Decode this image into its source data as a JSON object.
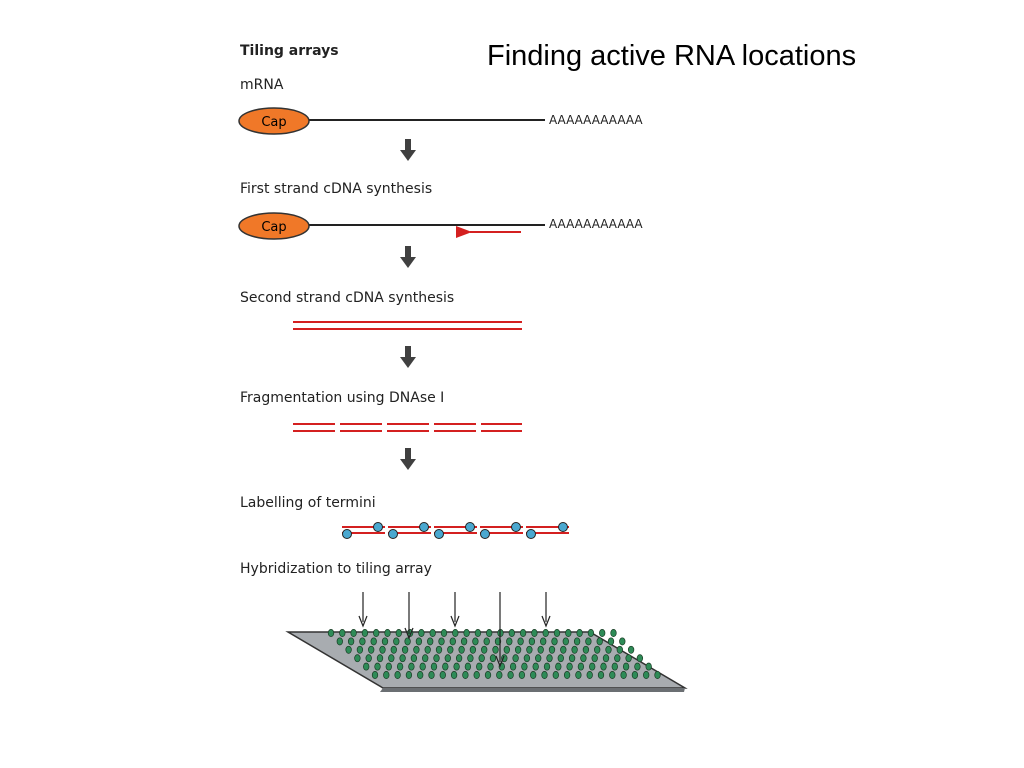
{
  "slide": {
    "title": "Finding active RNA locations"
  },
  "figure": {
    "panel_title": "Tiling arrays",
    "steps": [
      "mRNA",
      "First strand cDNA synthesis",
      "Second strand cDNA synthesis",
      "Fragmentation using DNAse I",
      "Labelling of termini",
      "Hybridization to tiling array"
    ],
    "cap_label": "Cap",
    "poly_a_tail": "AAAAAAAAAAA"
  },
  "colors": {
    "cap_fill": "#f07828",
    "cdna_strand": "#d42020",
    "label_dot": "#4aa8d0",
    "probe_dot": "#2e8b57",
    "array_slide": "#a8acb0",
    "process_arrow": "#404040"
  }
}
